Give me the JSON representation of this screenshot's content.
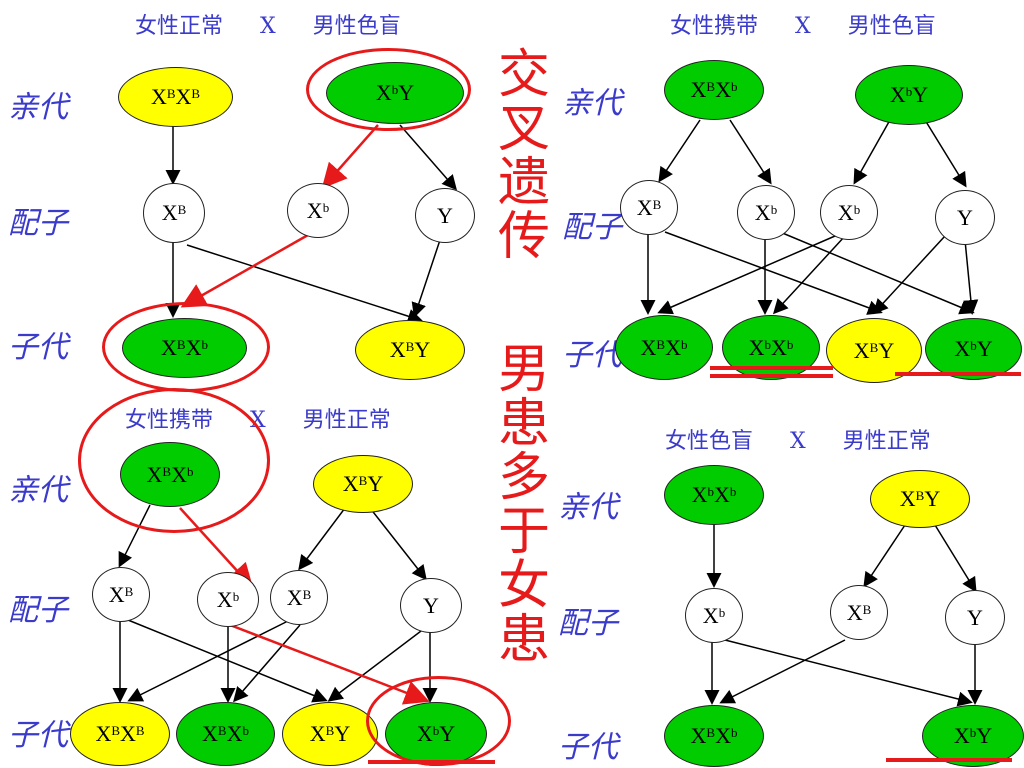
{
  "panels": {
    "top_left": {
      "title_female": "女性正常",
      "title_x": "X",
      "title_male": "男性色盲"
    },
    "top_right": {
      "title_female": "女性携带",
      "title_x": "X",
      "title_male": "男性色盲"
    },
    "bottom_left": {
      "title_female": "女性携带",
      "title_x": "X",
      "title_male": "男性正常"
    },
    "bottom_right": {
      "title_female": "女性色盲",
      "title_x": "X",
      "title_male": "男性正常"
    }
  },
  "generations": {
    "parent": "亲代",
    "gamete": "配子",
    "offspring": "子代"
  },
  "center_text": {
    "line1": "交叉遗传",
    "line2": "男患多于女患"
  },
  "colors": {
    "normal": "#ffff00",
    "affected_or_carrier": "#00cc00",
    "gamete": "#ffffff",
    "highlight": "#e61a1a",
    "label": "#3a3acb"
  }
}
